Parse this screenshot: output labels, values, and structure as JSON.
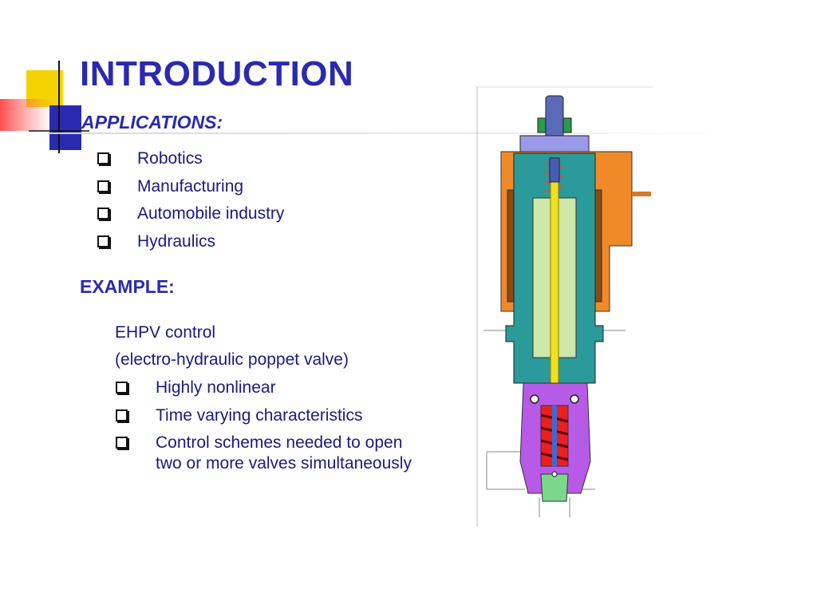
{
  "slide": {
    "title": "INTRODUCTION",
    "applications_heading": "APPLICATIONS:",
    "applications": [
      "Robotics",
      "Manufacturing",
      "Automobile industry",
      "Hydraulics"
    ],
    "example_heading": "EXAMPLE:",
    "example_line1": "EHPV control",
    "example_line2": "(electro-hydraulic poppet valve)",
    "example_points": [
      "Highly nonlinear",
      "Time varying characteristics",
      "Control schemes needed to open two or more valves simultaneously"
    ]
  },
  "colors": {
    "title": "#2a2ab0",
    "text": "#1a1a80",
    "deco_yellow": "#f5d300",
    "deco_blue": "#2a2ab0",
    "deco_red": "#ff5050"
  },
  "icons": {
    "bullet": "checkbox-square-icon"
  }
}
